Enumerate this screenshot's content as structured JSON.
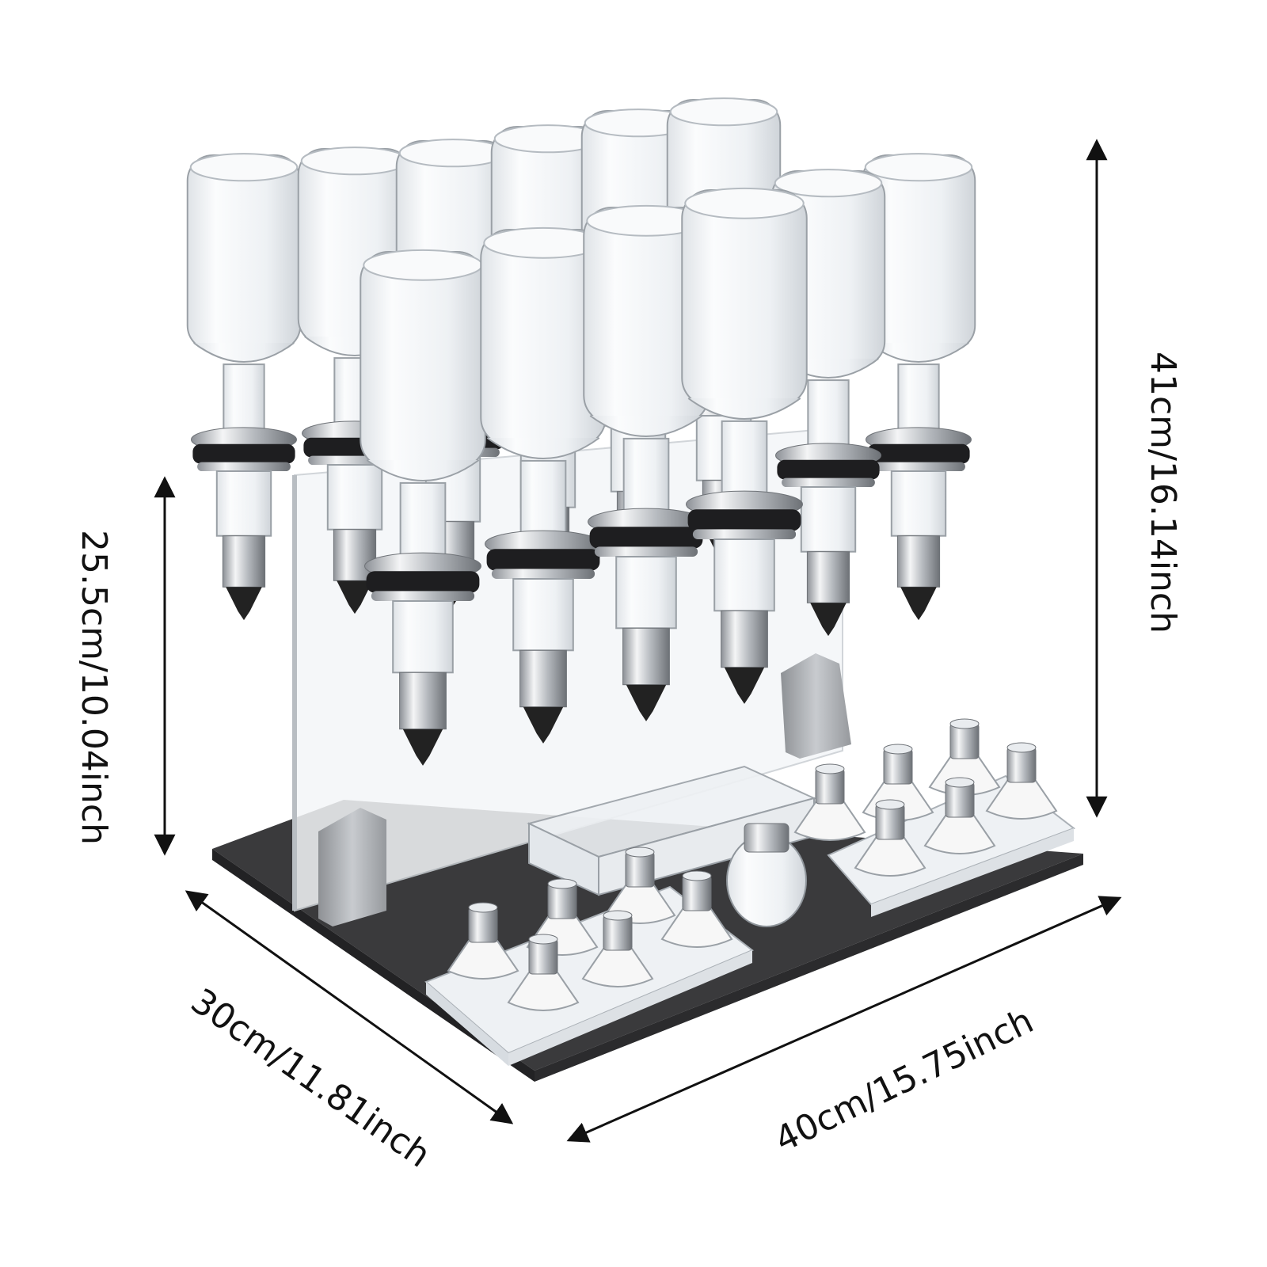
{
  "dimensions": {
    "total_height": "41cm/16.14inch",
    "rack_height": "25.5cm/10.04inch",
    "depth": "30cm/11.81inch",
    "width": "40cm/15.75inch"
  },
  "product": {
    "bottle_count": 12,
    "shot_dispenser_count": 12
  },
  "colors": {
    "base": "#3a3a3c",
    "glass": "#eef1f4",
    "chrome": "#c9cdd2",
    "dark_ring": "#1e1e20",
    "tip": "#222222",
    "support": "#a9acb0",
    "arrow": "#111111",
    "white_part": "#f7f7f7"
  }
}
